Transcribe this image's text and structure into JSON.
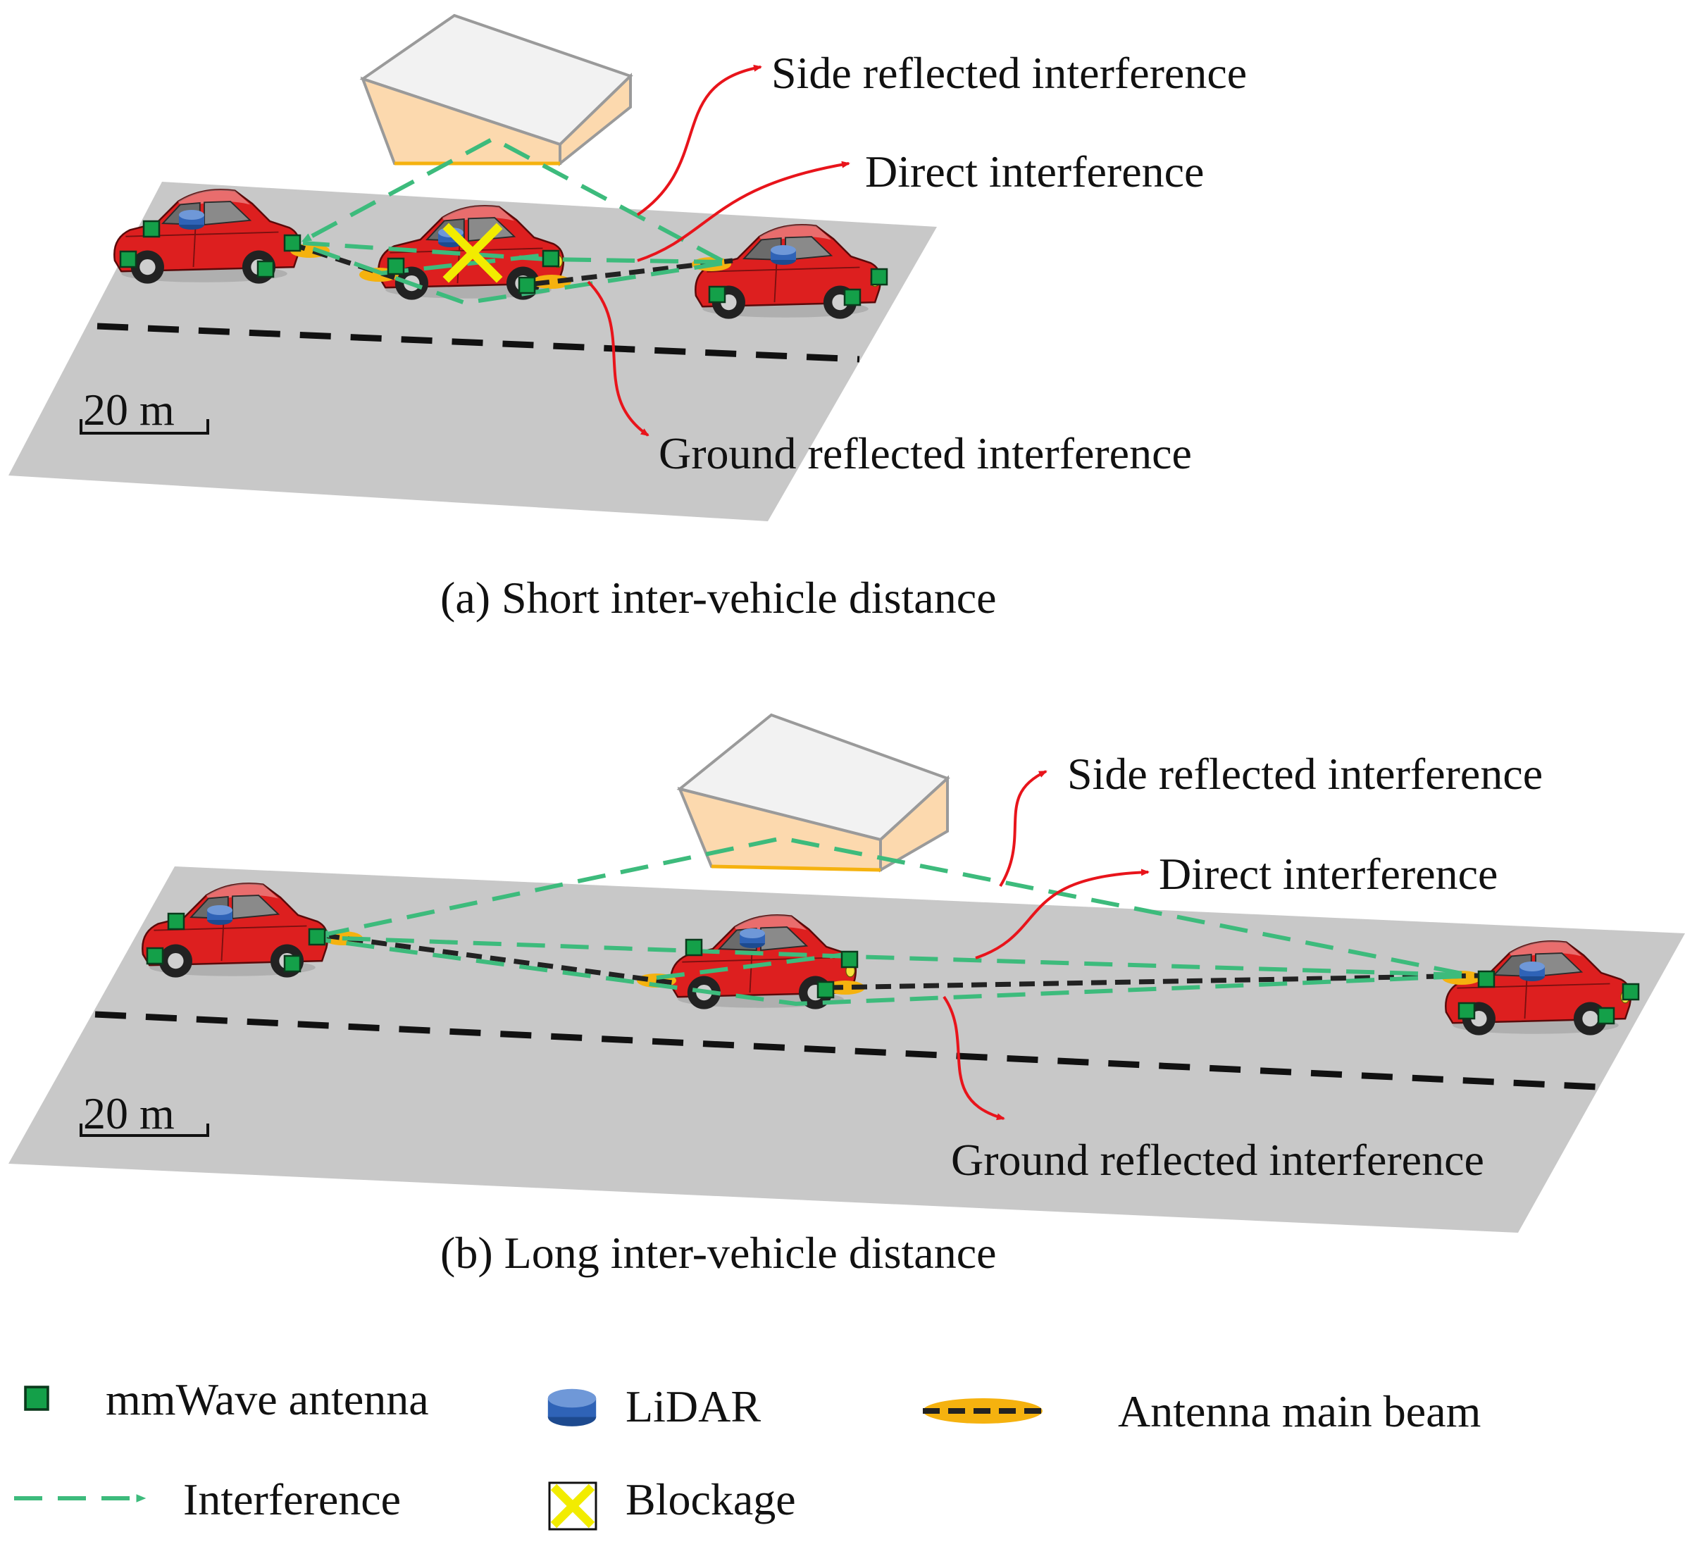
{
  "panel_a": {
    "side_label": "Side reflected interference",
    "direct_label": "Direct interference",
    "ground_label": "Ground reflected interference",
    "scale_label": "20 m",
    "caption": "(a) Short inter-vehicle distance"
  },
  "panel_b": {
    "side_label": "Side reflected interference",
    "direct_label": "Direct interference",
    "ground_label": "Ground reflected interference",
    "scale_label": "20 m",
    "caption": "(b) Long inter-vehicle distance"
  },
  "legend": {
    "antenna": "mmWave antenna",
    "lidar": "LiDAR",
    "main_beam": "Antenna main beam",
    "interference": "Interference",
    "blockage": "Blockage"
  },
  "colors": {
    "road": "#c8c8c8",
    "building_top": "#f2f2f2",
    "building_side": "#fcd9ae",
    "interference": "#3dbb7c",
    "arrow": "#e8141b",
    "car": "#dd1f1f",
    "antenna": "#14a049",
    "lidar": "#2f63b7",
    "beam": "#f5b20f",
    "blockage": "#f2ec00"
  }
}
